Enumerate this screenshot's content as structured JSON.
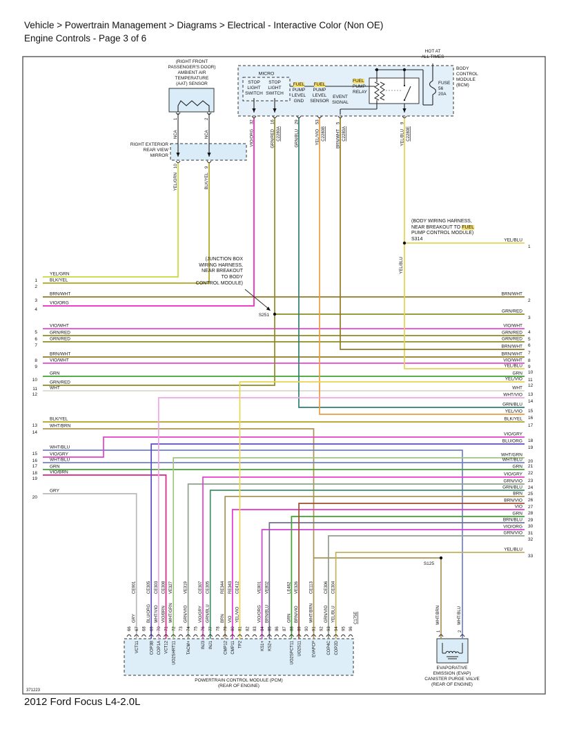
{
  "breadcrumb": "Vehicle > Powertrain Management > Diagrams > Electrical - Interactive Color (Non OE)",
  "subtitle": "Engine Controls - Page 3 of 6",
  "footer_vehicle": "2012 Ford Focus L4-2.0L",
  "diagram_id": "371223",
  "highlight_color": "#f6df6a",
  "wire_colors": {
    "NCA": "#222222",
    "YEL/GRN": "#c6d839",
    "BLK/YEL": "#b1a21d",
    "BRN/WHT": "#8f7a1f",
    "VIO/ORG": "#ee22c6",
    "VIO/ORG_2": "#cf3fd2",
    "VIO/WHT": "#ea46d2",
    "GRN/RED": "#8b8b1f",
    "GRN": "#3fa32e",
    "WHT": "#d9d9ce",
    "WHT/BRN": "#ab9353",
    "WHT/BLU": "#6f7fd0",
    "VIO/GRY": "#e83fc9",
    "VIO/BRN": "#dc2187",
    "GRY": "#b9b9b9",
    "YEL/BLU": "#e5d44a",
    "YEL/BLU_2": "#c2b15a",
    "GRN/BLU": "#2e7d72",
    "GRN/BLU_2": "#3a9068",
    "YEL/VIO": "#e8d44d",
    "YEL/VIO_ORG": "#ec9b3d",
    "WHT/VIO": "#efa5e6",
    "BLU/ORG": "#5b49c9",
    "WHT/GRN": "#9dc481",
    "GRN/VIO": "#8da08a",
    "BRN": "#a8925a",
    "BRN/VIO": "#a04a2e",
    "VIO": "#e832ce",
    "BRN/BLU": "#6e6e8e"
  },
  "components": {
    "aat": {
      "lines": [
        "(RIGHT FRONT",
        "PASSENGER'S DOOR)",
        "AMBIENT AIR",
        "TEMPERATURE",
        "(AAT) SENSOR"
      ],
      "pins": [
        "1",
        "2"
      ],
      "pin_wires": [
        "NCA",
        "NCA"
      ]
    },
    "mirror": {
      "lines": [
        "RIGHT EXTERIOR",
        "REAR VIEW",
        "MIRROR"
      ],
      "pins": [
        "10",
        "9"
      ],
      "pin_wires": [
        "YEL/GRN",
        "BLK/YEL"
      ]
    },
    "bcm": {
      "lines": [
        "BODY",
        "CONTROL",
        "MODULE",
        "(BCM)"
      ]
    },
    "micro": {
      "title": "MICRO",
      "switch1": [
        "STOP",
        "LIGHT",
        "SWITCH"
      ],
      "switch2": [
        "STOP",
        "LIGHT",
        "SWITCH"
      ]
    },
    "fuel_pump_gnd": {
      "lines": [
        "|FUEL|",
        "PUMP",
        "LEVEL",
        "GND"
      ]
    },
    "fuel_pump_sensor": {
      "lines": [
        "|FUEL|",
        "PUMP",
        "LEVEL",
        "SENSOR"
      ]
    },
    "event_signal": {
      "lines": [
        "EVENT",
        "SIGNAL"
      ]
    },
    "relay": {
      "lines": [
        "|FUEL|",
        "PUMP",
        "RELAY"
      ]
    },
    "fuse": {
      "lines": [
        "FUSE",
        "56",
        "20A"
      ]
    },
    "power": {
      "lines": [
        "HOT AT",
        "ALL TIMES"
      ]
    },
    "evap": {
      "lines": [
        "EVAPORATIVE",
        "EMISSION (EVAP)",
        "CANISTER PURGE VALVE",
        "(REAR OF ENGINE)"
      ],
      "pins": [
        "1",
        "2"
      ],
      "pin_wires": [
        "WHT/BRN",
        "WHT/BLU"
      ]
    },
    "pcm": {
      "lines": [
        "POWERTRAIN CONTROL MODULE (PCM)",
        "(REAR OF ENGINE)"
      ],
      "connector": "C175E"
    }
  },
  "top_pins": [
    {
      "n": "32",
      "wire": "VIO/ORG"
    },
    {
      "n": "16",
      "wire": "GRN/RED",
      "conn": "C2280A"
    },
    {
      "n": "29",
      "wire": "GRN/BLU"
    },
    {
      "n": "53",
      "wire": "YEL/VIO",
      "conn": "C2280B"
    },
    {
      "n": "5",
      "wire": "BRN/WHT",
      "conn": "C2280A"
    },
    {
      "n": "9",
      "wire": "YEL/BLU",
      "conn": "C2280E"
    }
  ],
  "branch_wire_label": "YEL/BLU",
  "notes": {
    "s251_lines": [
      "(JUNCTION BOX",
      "WIRING HARNESS,",
      "NEAR BREAKOUT",
      "TO BODY",
      "CONTROL MODULE)"
    ],
    "s251_label": "S251",
    "s314_lines": [
      "(BODY WIRING HARNESS,",
      "NEAR BREAKOUT TO |FUEL|",
      "PUMP CONTROL MODULE)",
      "S314"
    ],
    "s125_label": "S125"
  },
  "left_rows": [
    {
      "n": "1",
      "label": "YEL/GRN"
    },
    {
      "n": "2",
      "label": "BLK/YEL"
    },
    {
      "n": "3",
      "label": "BRN/WHT"
    },
    {
      "n": "4",
      "label": "VIO/ORG"
    },
    {
      "n": "5",
      "label": "VIO/WHT"
    },
    {
      "n": "6",
      "label": "GRN/RED"
    },
    {
      "n": "7",
      "label": "GRN/RED"
    },
    {
      "n": "8",
      "label": "BRN/WHT"
    },
    {
      "n": "9",
      "label": "VIO/WHT"
    },
    {
      "n": "10",
      "label": "GRN"
    },
    {
      "n": "11",
      "label": "GRN/RED"
    },
    {
      "n": "12",
      "label": "WHT"
    },
    {
      "n": "13",
      "label": "BLK/YEL"
    },
    {
      "n": "14",
      "label": "WHT/BRN"
    },
    {
      "n": "15",
      "label": "WHT/BLU"
    },
    {
      "n": "16",
      "label": "VIO/GRY"
    },
    {
      "n": "17",
      "label": "WHT/BLU"
    },
    {
      "n": "18",
      "label": "GRN"
    },
    {
      "n": "19",
      "label": "VIO/BRN"
    },
    {
      "n": "20",
      "label": "GRY"
    }
  ],
  "right_rows": [
    {
      "n": "1",
      "label": "YEL/BLU"
    },
    {
      "n": "2",
      "label": "BRN/WHT"
    },
    {
      "n": "3",
      "label": "GRN/RED"
    },
    {
      "n": "4",
      "label": "VIO/WHT"
    },
    {
      "n": "5",
      "label": "GRN/RED"
    },
    {
      "n": "6",
      "label": "GRN/RED"
    },
    {
      "n": "7",
      "label": "BRN/WHT"
    },
    {
      "n": "8",
      "label": "BRN/WHT"
    },
    {
      "n": "9",
      "label": "VIO/WHT"
    },
    {
      "n": "10",
      "label": "YEL/BLU"
    },
    {
      "n": "11",
      "label": "GRN"
    },
    {
      "n": "12",
      "label": "YEL/VIO"
    },
    {
      "n": "13",
      "label": "WHT"
    },
    {
      "n": "14",
      "label": "WHT/VIO"
    },
    {
      "n": "15",
      "label": "GRN/BLU"
    },
    {
      "n": "16",
      "label": "YEL/VIO"
    },
    {
      "n": "17",
      "label": "BLK/YEL"
    },
    {
      "n": "18",
      "label": "VIO/GRY"
    },
    {
      "n": "19",
      "label": "BLU/ORG"
    },
    {
      "n": "20",
      "label": "WHT/GRN"
    },
    {
      "n": "21",
      "label": "WHT/BLU"
    },
    {
      "n": "22",
      "label": "GRN"
    },
    {
      "n": "23",
      "label": "VIO/GRY"
    },
    {
      "n": "24",
      "label": "GRN/VIO"
    },
    {
      "n": "25",
      "label": "GRN/BLU"
    },
    {
      "n": "26",
      "label": "BRN"
    },
    {
      "n": "27",
      "label": "BRN/VIO"
    },
    {
      "n": "28",
      "label": "VIO"
    },
    {
      "n": "29",
      "label": "GRN"
    },
    {
      "n": "30",
      "label": "BRN/BLU"
    },
    {
      "n": "31",
      "label": "VIO/ORG"
    },
    {
      "n": "32",
      "label": "GRN/VIO"
    },
    {
      "n": "33",
      "label": "YEL/BLU"
    }
  ],
  "pcm_pins": [
    {
      "n": "66"
    },
    {
      "n": "67",
      "name": "VCT11",
      "wire": "GRY",
      "conn": "CE901"
    },
    {
      "n": "68"
    },
    {
      "n": "69",
      "name": "COP3B",
      "wire": "BLU/ORG",
      "conn": "CE305"
    },
    {
      "n": "70",
      "name": "COP1A",
      "wire": "WHT/VIO",
      "conn": "CE303"
    },
    {
      "n": "71",
      "name": "VCT12",
      "wire": "VIO/BRN",
      "conn": "CE308"
    },
    {
      "n": "72",
      "name": "UO2SHRT11",
      "wire": "WHT/GRN",
      "conn": "VE327"
    },
    {
      "n": "73"
    },
    {
      "n": "74",
      "name": "TACM+",
      "wire": "GRN/VIO",
      "conn": "VE319"
    },
    {
      "n": "75"
    },
    {
      "n": "76",
      "name": "INJ3",
      "wire": "VIO/GRY",
      "conn": "CE307"
    },
    {
      "n": "77",
      "name": "INJ1",
      "wire": "GRN/BLU",
      "conn": "CE305"
    },
    {
      "n": "78"
    },
    {
      "n": "79",
      "name": "CMP12",
      "wire": "BRN",
      "conn": "RE344"
    },
    {
      "n": "80",
      "name": "CMP11",
      "wire": "VIO",
      "conn": "RE343"
    },
    {
      "n": "81",
      "name": "TP2",
      "wire": "YEL/VIO",
      "conn": "CE412"
    },
    {
      "n": "82"
    },
    {
      "n": "83"
    },
    {
      "n": "84",
      "name": "KS1+",
      "wire": "VIO/ORG",
      "conn": "VE801"
    },
    {
      "n": "85",
      "name": "KS2+",
      "wire": "BRN/BLU",
      "conn": "VE802"
    },
    {
      "n": "86"
    },
    {
      "n": "87"
    },
    {
      "n": "88",
      "name": "UO2SPCT11",
      "wire": "GRN",
      "conn": "LE462"
    },
    {
      "n": "89",
      "name": "UO2S11",
      "wire": "BRN/VIO",
      "conn": "VE326"
    },
    {
      "n": "90"
    },
    {
      "n": "91",
      "name": "EVAPCP",
      "wire": "WHT/BRN",
      "conn": "CE113"
    },
    {
      "n": "92"
    },
    {
      "n": "93",
      "name": "COP4C",
      "wire": "GRN/VIO",
      "conn": "CE306"
    },
    {
      "n": "94",
      "name": "COP2D",
      "wire": "YEL/BLU",
      "conn": "CE304"
    },
    {
      "n": "95"
    },
    {
      "n": "96"
    }
  ]
}
